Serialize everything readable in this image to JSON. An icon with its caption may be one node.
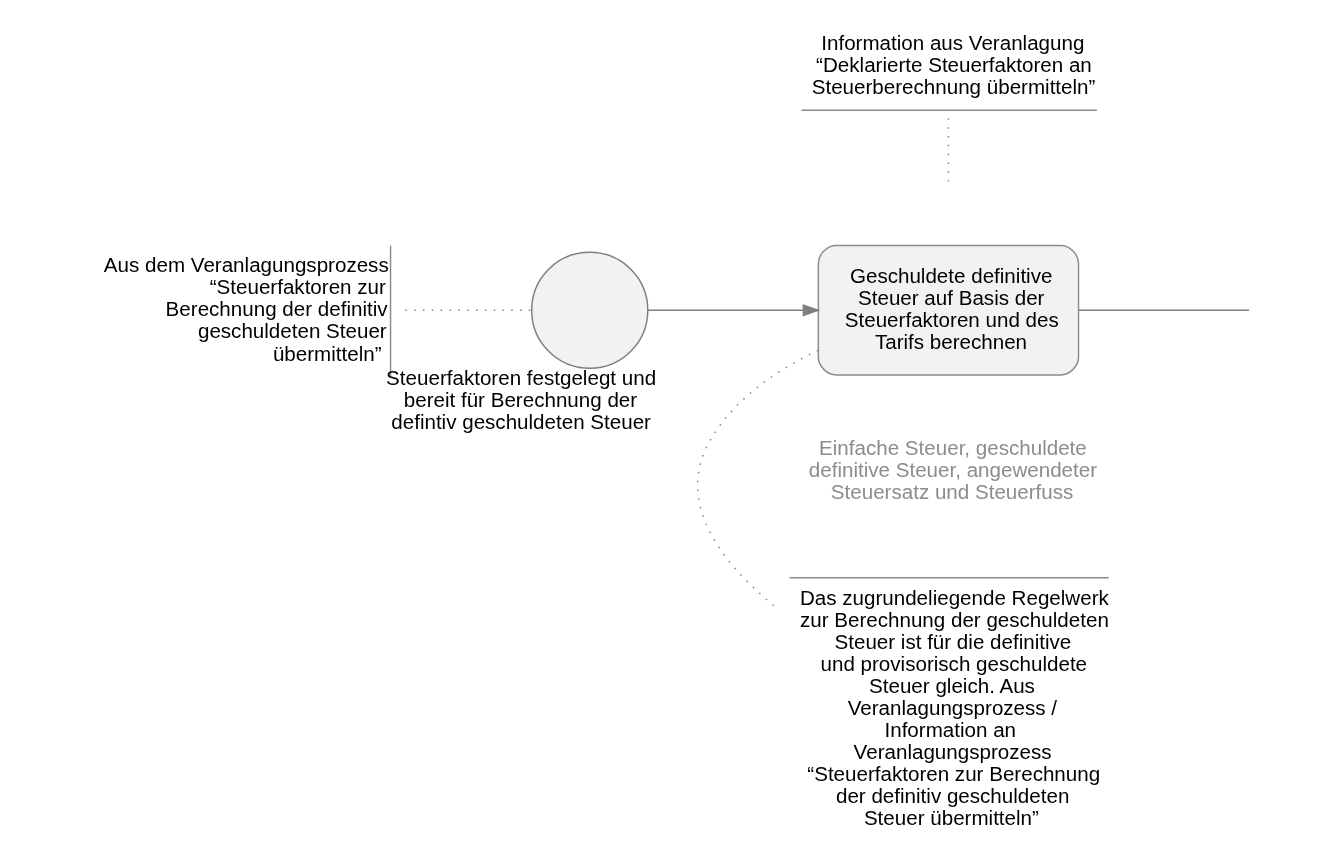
{
  "diagram": {
    "nodes": [
      {
        "text": [
          "Aus dem Veranlagungsprozess “Steuerfaktoren zur Berechnung der definitiv geschuldeten Steuer übermitteln”"
        ]
      },
      {
        "text": [],
        "shape": "circle",
        "beside": [
          "Steuerfaktoren festgelegt und bereit für Berechnung der defintiv geschuldeten Steuer"
        ]
      },
      {
        "text": [
          "Geschuldete definitive Steuer auf Basis der Steuerfaktoren und des Tarifs berechnen"
        ],
        "beside": [
          "Einfache Steuer, geschuldete definitive Steuer, angewendeter Steuersatz und Steuerfuss"
        ]
      },
      {
        "text": [
          "Das zugrundeliegende Regelwerk zur Berechnung der geschuldeten Steuer ist für die definitive und provisorisch geschuldete Steuer gleich. Aus Veranlagungsprozess / Information an Veranlagungsprozess “Steuerfaktoren zur Berechnung der definitiv geschuldeten Steuer übermitteln”"
        ]
      },
      {
        "text": [
          "Information aus Veranlagung “Deklarierte Steuerfaktoren an Steuerberechnung übermitteln”"
        ]
      }
    ],
    "edges": [
      {
        "from": 0,
        "to": 1,
        "arrow": "none",
        "style": "dashed"
      },
      {
        "from": 1,
        "to": 2,
        "arrow": "to"
      },
      {
        "from": 2,
        "to": null,
        "arrow": "none"
      },
      {
        "from": 2,
        "to": 3,
        "arrow": "none",
        "style": "dashed"
      },
      {
        "from": 4,
        "to": null,
        "arrow": "none",
        "style": "dashed"
      }
    ]
  }
}
